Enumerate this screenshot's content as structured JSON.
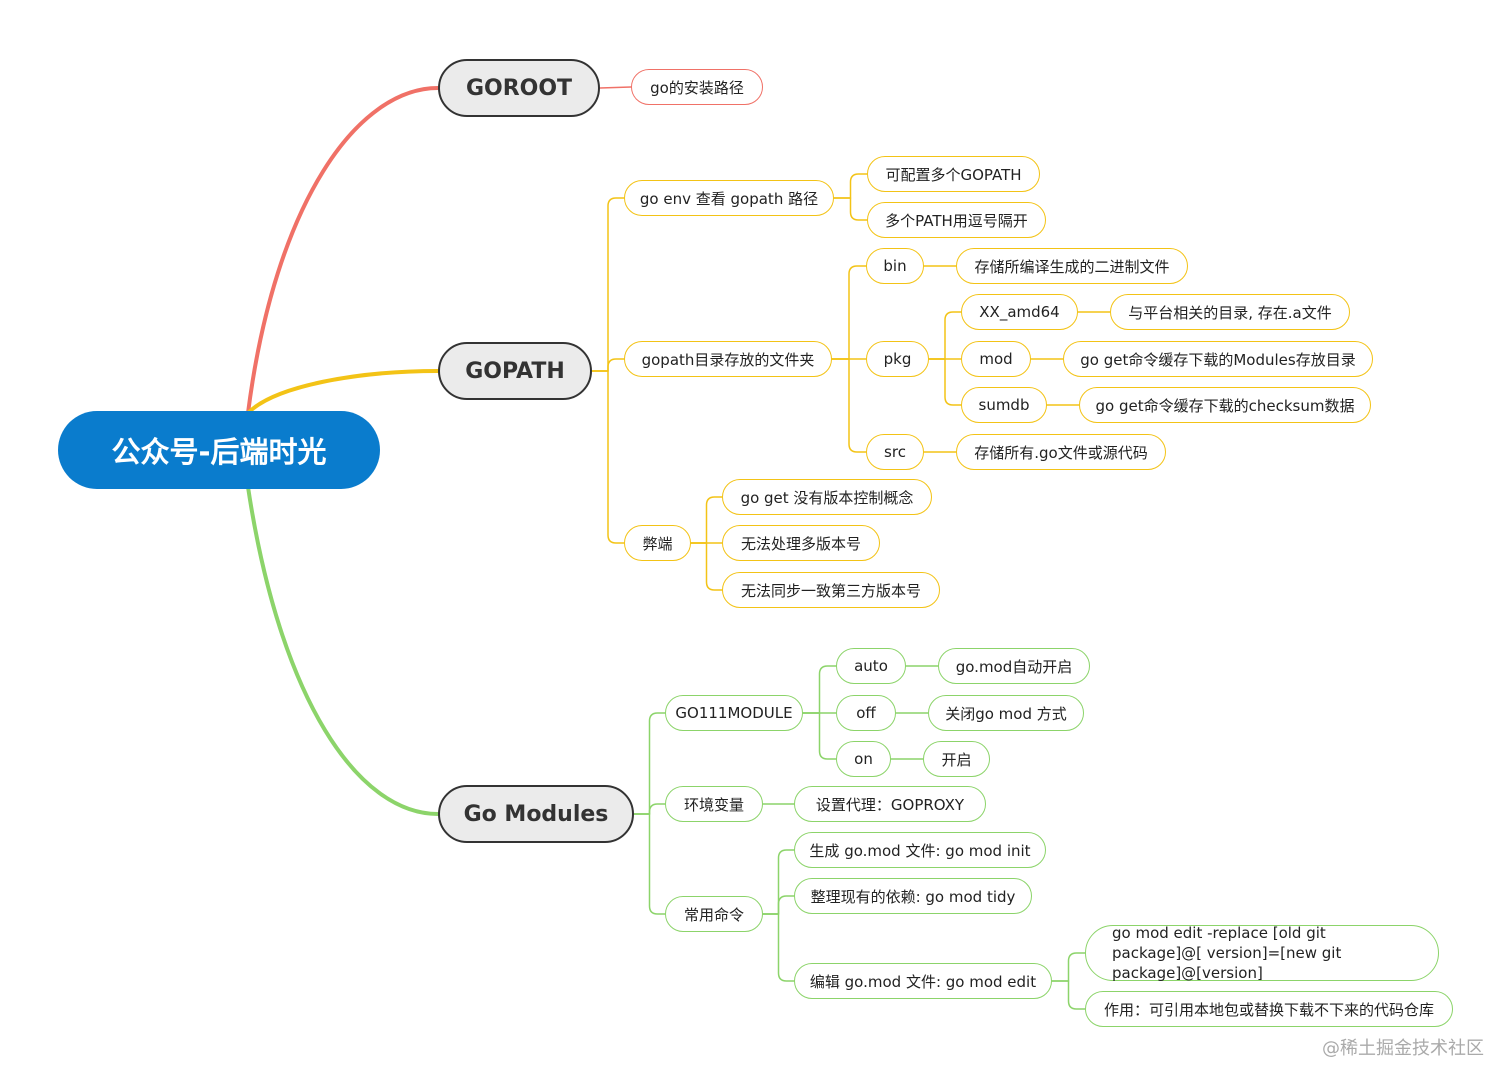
{
  "root": "公众号-后端时光",
  "goroot": {
    "label": "GOROOT",
    "desc": "go的安装路径"
  },
  "gopath": {
    "label": "GOPATH",
    "env": {
      "label": "go env 查看 gopath 路径",
      "children": [
        "可配置多个GOPATH",
        "多个PATH用逗号隔开"
      ]
    },
    "dirs": {
      "label": "gopath目录存放的文件夹",
      "bin": {
        "label": "bin",
        "desc": "存储所编译生成的二进制文件"
      },
      "pkg": {
        "label": "pkg",
        "xx": {
          "label": "XX_amd64",
          "desc": "与平台相关的目录, 存在.a文件"
        },
        "mod": {
          "label": "mod",
          "desc": "go get命令缓存下载的Modules存放目录"
        },
        "sumdb": {
          "label": "sumdb",
          "desc": "go get命令缓存下载的checksum数据"
        }
      },
      "src": {
        "label": "src",
        "desc": "存储所有.go文件或源代码"
      }
    },
    "cons": {
      "label": "弊端",
      "children": [
        "go get 没有版本控制概念",
        "无法处理多版本号",
        "无法同步一致第三方版本号"
      ]
    }
  },
  "gomod": {
    "label": "Go Modules",
    "go111": {
      "label": "GO111MODULE",
      "auto": {
        "label": "auto",
        "desc": "go.mod自动开启"
      },
      "off": {
        "label": "off",
        "desc": "关闭go mod 方式"
      },
      "on": {
        "label": "on",
        "desc": "开启"
      }
    },
    "env": {
      "label": "环境变量",
      "desc": "设置代理：GOPROXY"
    },
    "cmds": {
      "label": "常用命令",
      "init": "生成 go.mod 文件: go mod init",
      "tidy": "整理现有的依赖: go mod tidy",
      "edit": {
        "label": "编辑 go.mod 文件: go mod edit",
        "replace": "go mod edit -replace [old git package]@[ version]=[new git package]@[version]",
        "purpose": "作用：可引用本地包或替换下载不下来的代码仓库"
      }
    }
  },
  "watermark": "@稀土掘金技术社区",
  "colors": {
    "root": "#0a7ccd",
    "red": "#f07167",
    "yellow": "#f3c316",
    "green": "#8cd46a",
    "main_fill": "#ebebeb"
  }
}
